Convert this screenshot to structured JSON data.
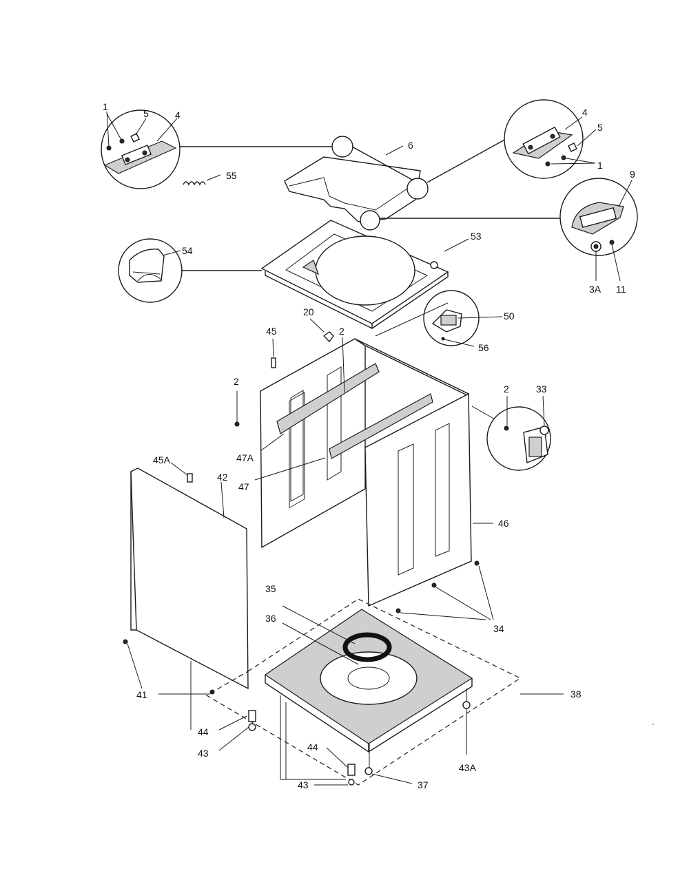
{
  "labels": {
    "p1a": "1",
    "p5a": "5",
    "p4a": "4",
    "p55": "55",
    "p6": "6",
    "p4b": "4",
    "p5b": "5",
    "p1b": "1",
    "p9": "9",
    "p3a": "3A",
    "p11": "11",
    "p54": "54",
    "p53": "53",
    "p20": "20",
    "p50": "50",
    "p56": "56",
    "p45": "45",
    "p2a": "2",
    "p2b": "2",
    "p2c": "2",
    "p33": "33",
    "p47a": "47A",
    "p47": "47",
    "p45a": "45A",
    "p42": "42",
    "p46": "46",
    "p35": "35",
    "p36": "36",
    "p34": "34",
    "p38": "38",
    "p41": "41",
    "p44a": "44",
    "p43a": "43",
    "p44b": "44",
    "p43b": "43",
    "p37": "37",
    "p43A": "43A"
  }
}
